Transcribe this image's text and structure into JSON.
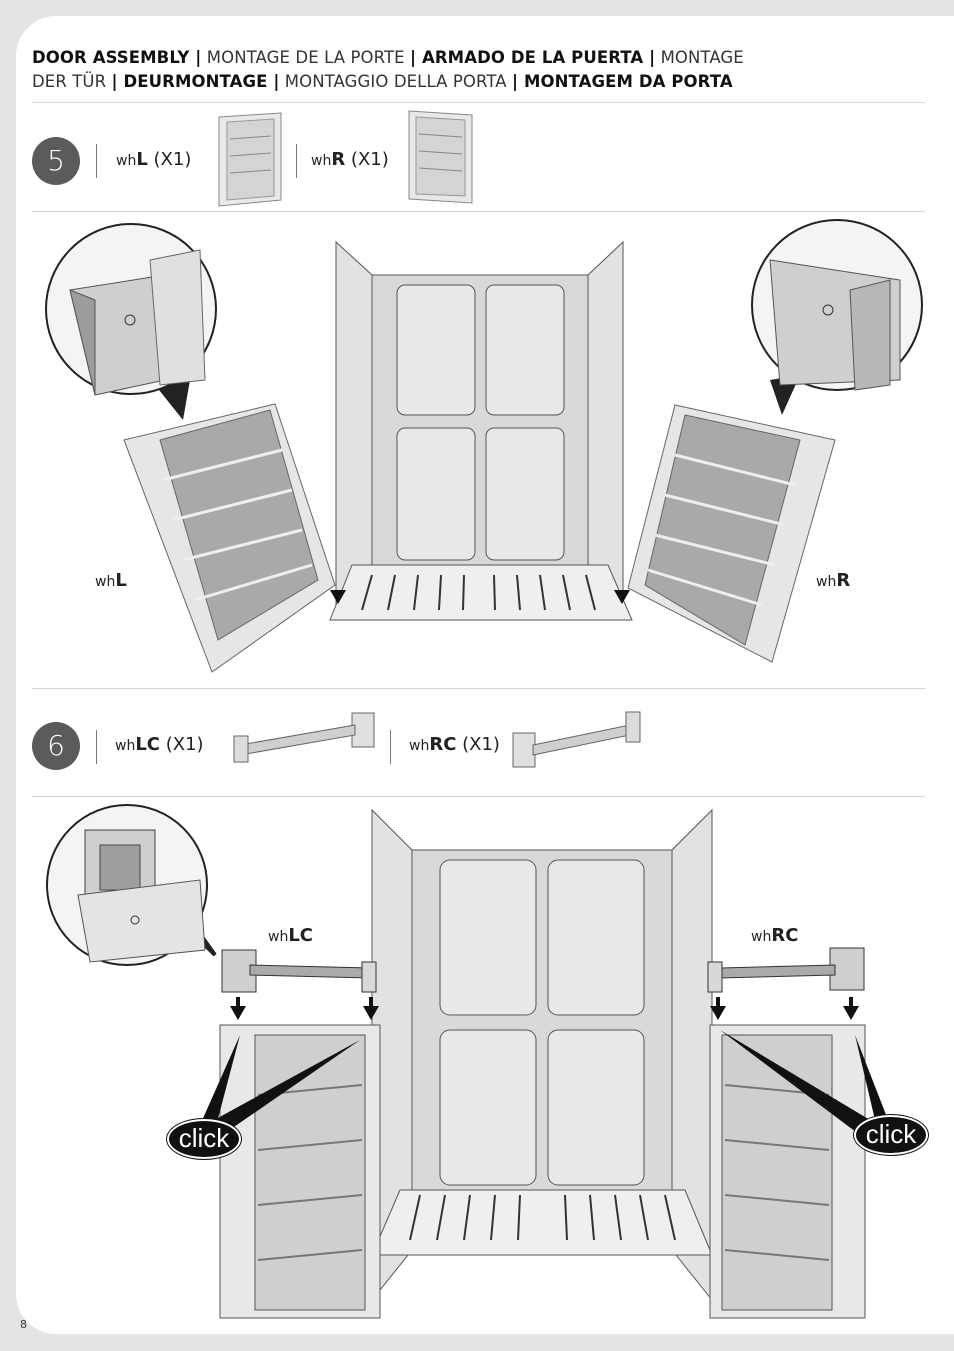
{
  "header": {
    "t1": "DOOR ASSEMBLY |",
    "t2": " MONTAGE DE LA PORTE ",
    "t3": "| ARMADO DE LA PUERTA |",
    "t4": " MONTAGE",
    "t5": "DER TÜR ",
    "t6": "| DEURMONTAGE |",
    "t7": " MONTAGGIO DELLA PORTA ",
    "t8": "| MONTAGEM DA PORTA"
  },
  "step5": {
    "number": "5",
    "part_left": {
      "prefix": "wh",
      "code": "L",
      "qty": " (X1)"
    },
    "part_right": {
      "prefix": "wh",
      "code": "R",
      "qty": " (X1)"
    },
    "label_left": {
      "prefix": "wh",
      "code": "L"
    },
    "label_right": {
      "prefix": "wh",
      "code": "R"
    }
  },
  "step6": {
    "number": "6",
    "part_left": {
      "prefix": "wh",
      "code": "LC",
      "qty": " (X1)"
    },
    "part_right": {
      "prefix": "wh",
      "code": "RC",
      "qty": " (X1)"
    },
    "label_left": {
      "prefix": "wh",
      "code": "LC"
    },
    "label_right": {
      "prefix": "wh",
      "code": "RC"
    },
    "click_left": "click",
    "click_right": "click"
  },
  "page_number": "8"
}
